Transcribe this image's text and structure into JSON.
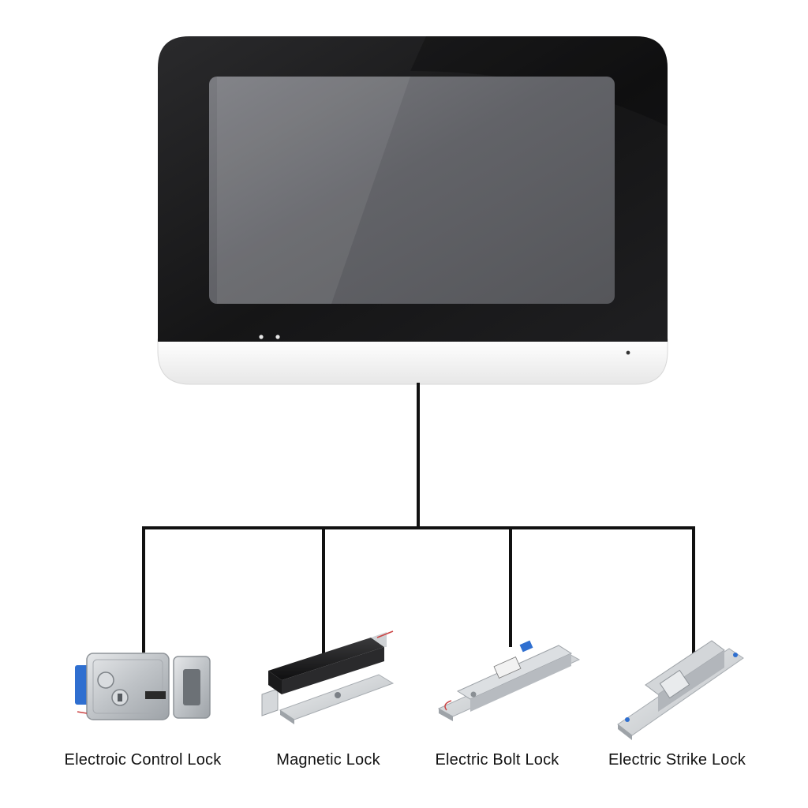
{
  "colors": {
    "wire": "#111111",
    "monitor_bezel": "#1c1c1e",
    "monitor_screen": "#5f6064",
    "monitor_base": "#f4f4f4",
    "steel": "#c9cdd1",
    "blue_housing": "#2f6fd0"
  },
  "monitor": {
    "icon": "video-intercom-monitor-icon"
  },
  "locks": [
    {
      "label": "Electroic Control Lock",
      "icon": "electric-control-lock-icon"
    },
    {
      "label": "Magnetic Lock",
      "icon": "magnetic-lock-icon"
    },
    {
      "label": "Electric Bolt Lock",
      "icon": "electric-bolt-lock-icon"
    },
    {
      "label": "Electric Strike Lock",
      "icon": "electric-strike-lock-icon"
    }
  ]
}
